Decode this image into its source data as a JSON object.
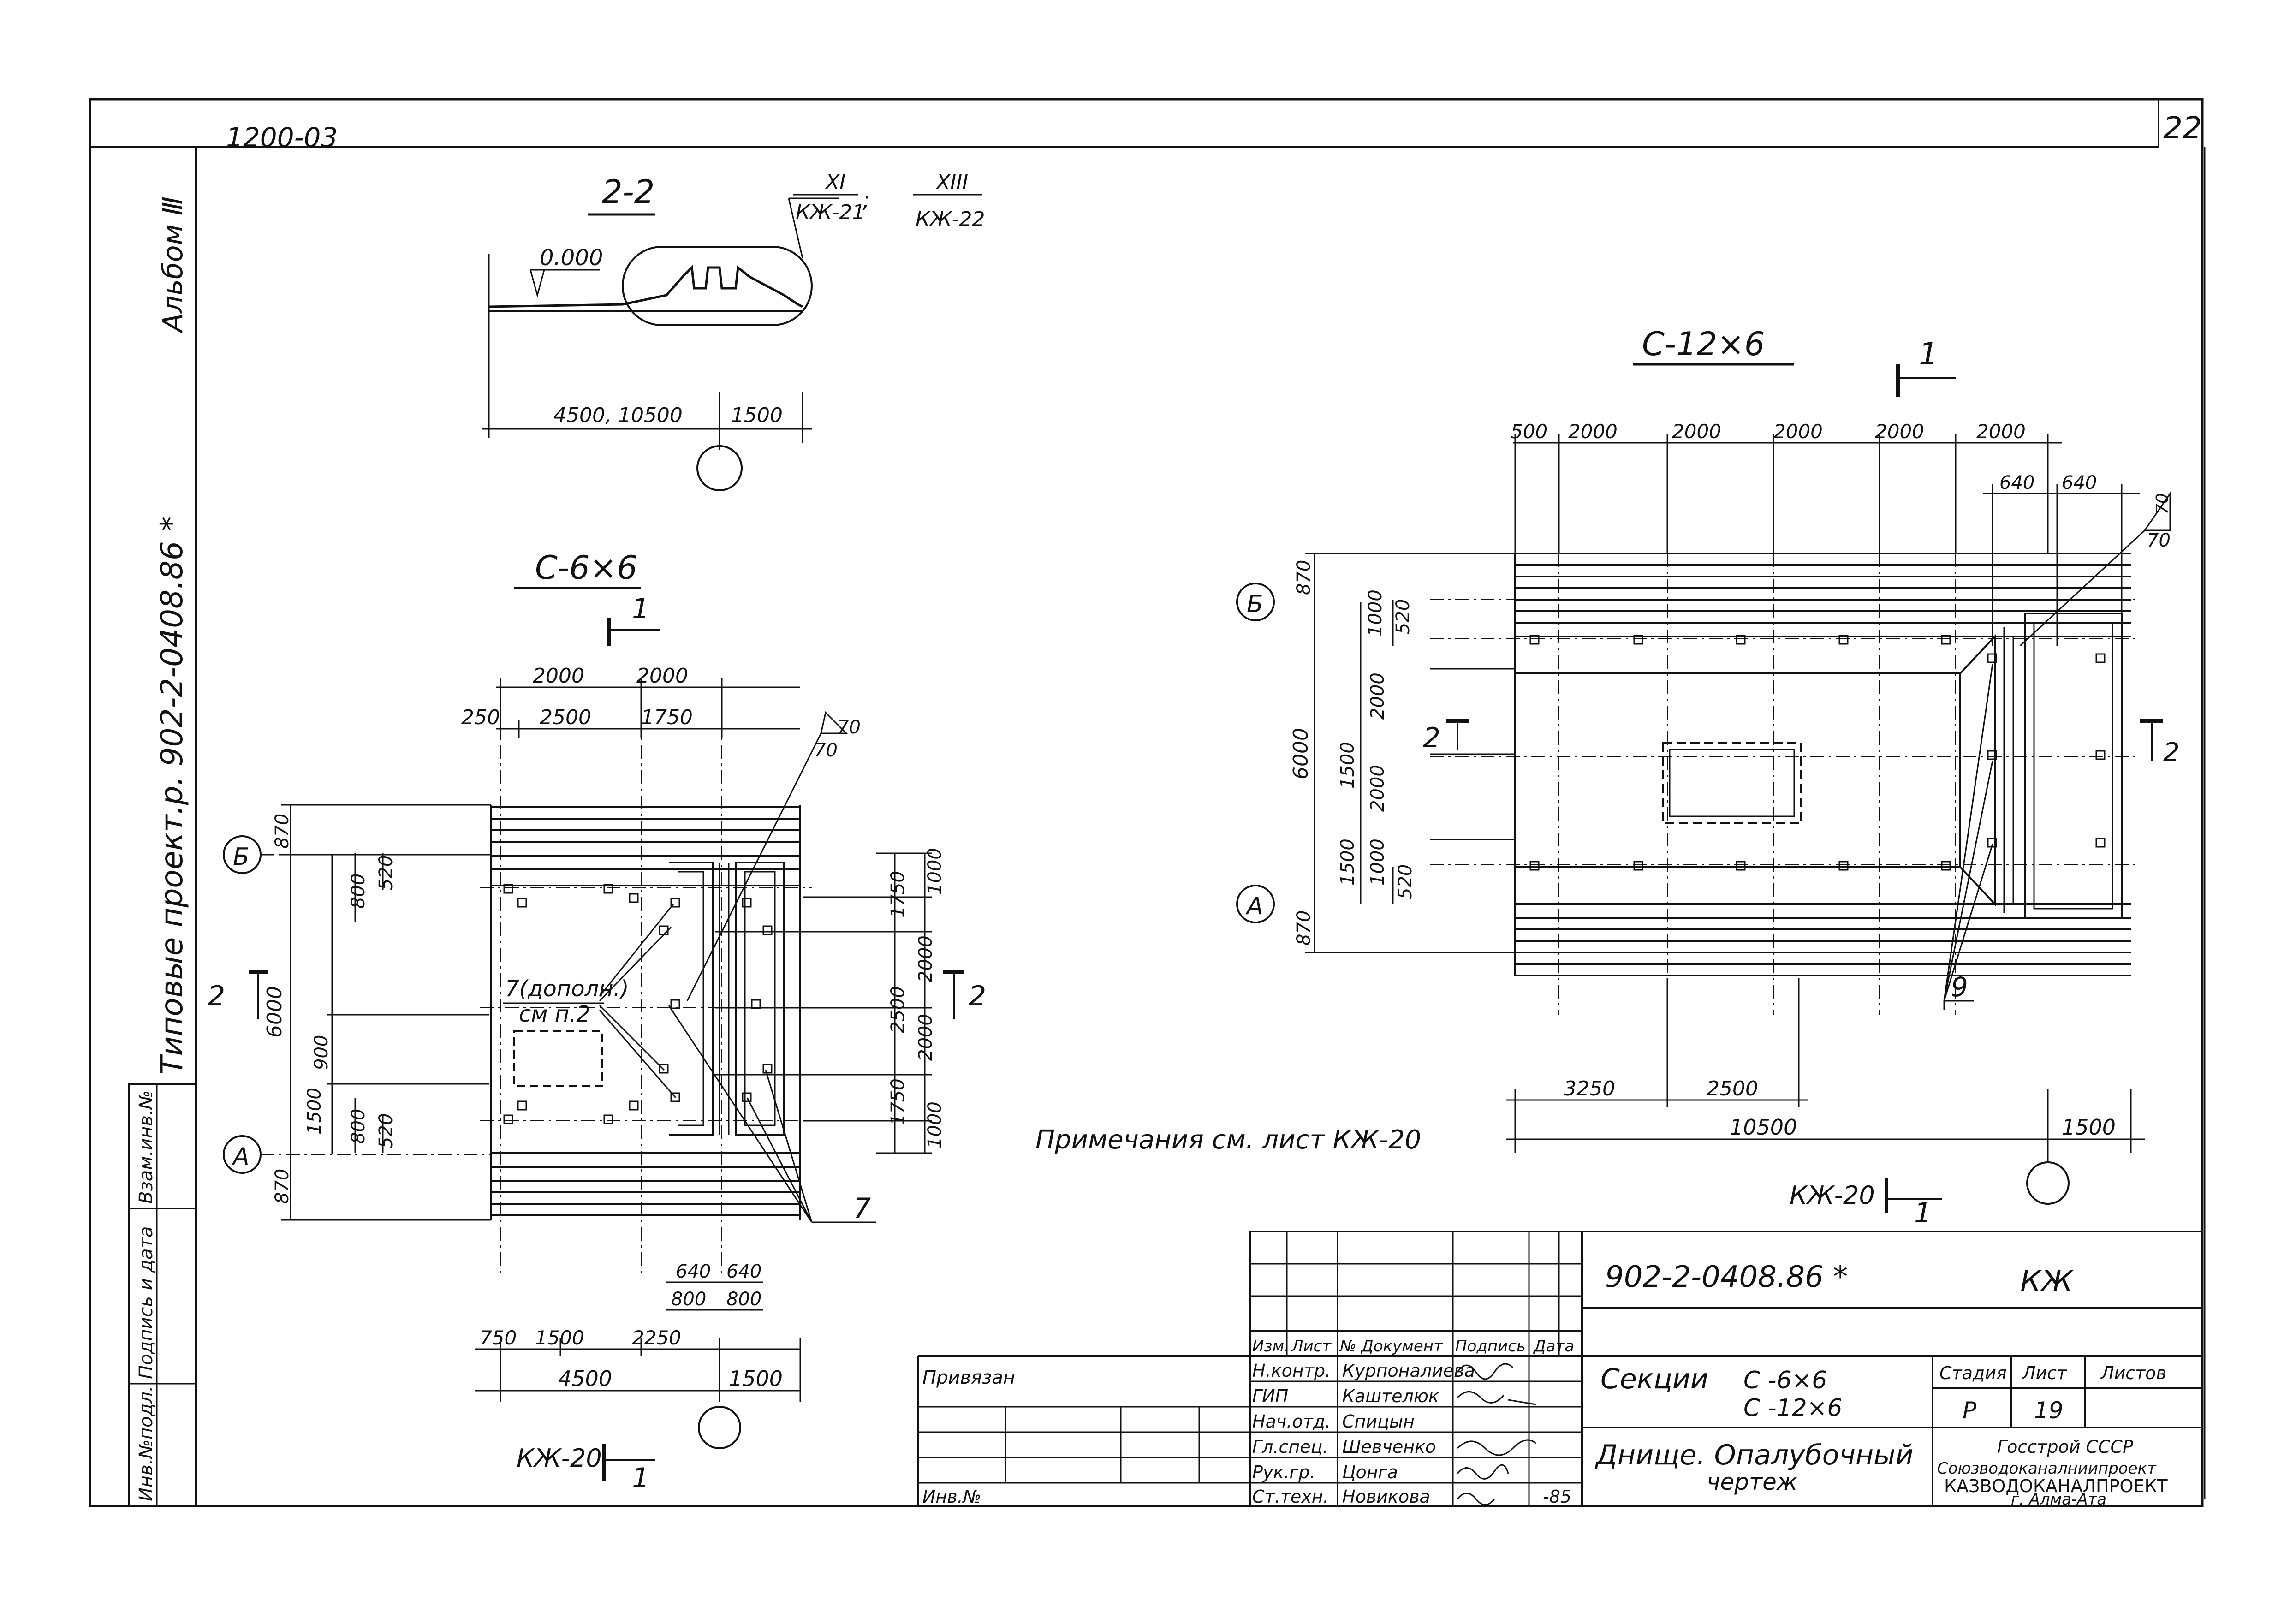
{
  "sheet": {
    "doc_code": "1200-03",
    "sheet_number": "22",
    "side_title": "Типовые проект.р. 902-2-0408.86 *",
    "album": "Альбом Ⅲ",
    "side_stamp": [
      "Инв.№подл.",
      "Подпись и дата",
      "Взам.инв.№"
    ]
  },
  "section_2_2": {
    "title": "2-2",
    "elevation": "0.000",
    "ref1_top": "XI",
    "ref1_bottom": "КЖ-21",
    "ref_separator": ";",
    "ref2_top": "XIII",
    "ref2_bottom": "КЖ-22",
    "dim_left": "4500, 10500",
    "dim_right": "1500"
  },
  "plan_6x6": {
    "title": "С-6×6",
    "cut_1": "1",
    "cut_2": "2",
    "axis_b": "Б",
    "axis_a": "А",
    "top_dims": [
      "2000",
      "2000"
    ],
    "top_dims2": [
      "250",
      "2500",
      "1750"
    ],
    "left_dims": [
      "870",
      "6000",
      "870"
    ],
    "left_inner": [
      "800",
      "520",
      "900",
      "1500",
      "800",
      "520"
    ],
    "right_dims": [
      "1000",
      "1750",
      "2000",
      "2500",
      "2000",
      "1750",
      "1000"
    ],
    "bottom_small": [
      "640",
      "640"
    ],
    "bottom_small2": [
      "800",
      "800"
    ],
    "bottom_dims": [
      "750",
      "1500",
      "2250"
    ],
    "bottom_total": [
      "4500",
      "1500"
    ],
    "slope": "70",
    "slope2": "70",
    "note_label": "7(дополн.)",
    "note_label2": "см п.2",
    "callout": "7",
    "sheet_ref": "КЖ-20"
  },
  "plan_12x6": {
    "title": "С-12×6",
    "cut_1": "1",
    "cut_2": "2",
    "axis_b": "Б",
    "axis_a": "А",
    "top_dims": [
      "500",
      "2000",
      "2000",
      "2000",
      "2000",
      "2000"
    ],
    "top_small": [
      "640",
      "640"
    ],
    "slope": "70",
    "slope2": "70",
    "left_dims": [
      "870",
      "6000",
      "870"
    ],
    "left_inner": [
      "1000",
      "520",
      "2000",
      "1500",
      "2000",
      "1500",
      "1000",
      "520"
    ],
    "bottom_dims": [
      "3250",
      "2500"
    ],
    "bottom_total": [
      "10500",
      "1500"
    ],
    "callout": "9",
    "sheet_ref": "КЖ-20"
  },
  "note": "Примечания  см. лист КЖ-20",
  "title_block": {
    "code": "902-2-0408.86 *",
    "mark": "КЖ",
    "header": [
      "Изм.",
      "Лист",
      "№ Документ",
      "Подпись",
      "Дата"
    ],
    "roles": [
      "Н.контр.",
      "ГИП",
      "Нач.отд.",
      "Гл.спец.",
      "Рук.гр.",
      "Ст.техн."
    ],
    "names": [
      "Курпоналиева",
      "Каштелюк",
      "Спицын",
      "Шевченко",
      "Цонга",
      "Новикова"
    ],
    "date_last": "-85",
    "privyazan": "Привязан",
    "inv": "Инв.№",
    "section_title": "Секции",
    "section_a": "С -6×6",
    "section_b": "С -12×6",
    "sheet_title": "Днище. Опалубочный",
    "sheet_title2": "чертеж",
    "stage_label": "Стадия",
    "sheet_label": "Лист",
    "sheets_label": "Листов",
    "stage": "Р",
    "sheet": "19",
    "org1": "Госстрой СССР",
    "org2": "Союзводоканалниипроект",
    "org3": "КАЗВОДОКАНАЛПРОЕКТ",
    "org4": "г. Алма-Ата"
  }
}
